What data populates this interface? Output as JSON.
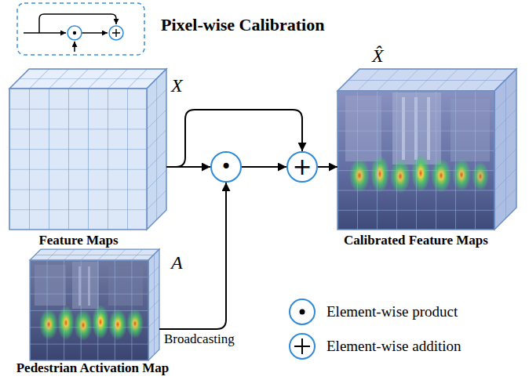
{
  "diagram": {
    "nodes": [
      {
        "text": [
          "X",
          "Feature Maps"
        ]
      },
      {
        "text": [
          "A",
          "Pedestrian Activation Map"
        ]
      },
      {
        "text": [
          "•"
        ]
      },
      {
        "text": [
          "+"
        ]
      },
      {
        "text": [
          "X̂",
          "Calibrated Feature Maps"
        ]
      }
    ],
    "edges": [
      {
        "from": 0,
        "to": 2,
        "arrow": "to"
      },
      {
        "from": 0,
        "to": 3,
        "arrow": "to"
      },
      {
        "from": 1,
        "to": 2,
        "label": "Broadcasting",
        "arrow": "to"
      },
      {
        "from": 2,
        "to": 3,
        "arrow": "to"
      },
      {
        "from": 3,
        "to": 4,
        "arrow": "to"
      }
    ],
    "labels": [
      "Pixel-wise Calibration"
    ],
    "legend": [
      {
        "text": "Element-wise product"
      },
      {
        "text": "Element-wise addition"
      }
    ]
  }
}
